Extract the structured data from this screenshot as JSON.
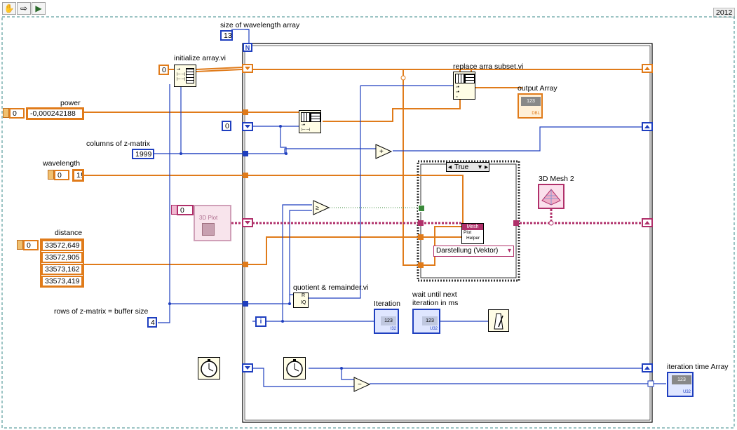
{
  "toolbar": {
    "hand_icon": "hand-icon",
    "arrow_icon": "arrow-icon",
    "run_icon": "run-arrow-icon",
    "version": "2012"
  },
  "labels": {
    "size_of_wavelength": "size of wavelength array",
    "initialize_array": "initialize array.vi",
    "replace_subset": "replace arra subset.vi",
    "output_array": "output Array",
    "power": "power",
    "columns_z": "columns of z-matrix",
    "wavelength": "wavelength",
    "mesh": "3D Mesh 2",
    "distance": "distance",
    "quotient": "quotient & remainder.vi",
    "iteration": "Iteration",
    "wait_until": "wait until next\niteration in ms",
    "rows_z": "rows of z-matrix = buffer size",
    "iteration_time": "iteration time Array"
  },
  "values": {
    "size_of_wavelength": "13",
    "init_const": "0",
    "power_index": "0",
    "power_value": "-0,000242188",
    "shift_init": "0",
    "columns_z": "1999",
    "wavelength_index": "0",
    "wavelength_value": "1!",
    "plot_index": "0",
    "plot_label": "3D Plot",
    "distance_index": "0",
    "distance_values": [
      "33572,649",
      "33572,905",
      "33573,162",
      "33573,419"
    ],
    "rows_z": "4",
    "loop_count": "N",
    "loop_iter": "i",
    "case_selector": "True",
    "enum_value": "Darstellung (Vektor)",
    "mesh_helper_title": "Mesh",
    "mesh_helper_line1": "Plot",
    "mesh_helper_line2": "Helper",
    "indicator_123": "123",
    "dbl": "DBL",
    "i32": "I32",
    "u32": "U32",
    "r_label": "R",
    "iq_label": "IQ"
  },
  "colors": {
    "orange_wire": "#e07b1a",
    "blue_wire": "#1f3fbf",
    "pink_wire": "#b0306a",
    "green_wire": "#3a8a3a"
  }
}
